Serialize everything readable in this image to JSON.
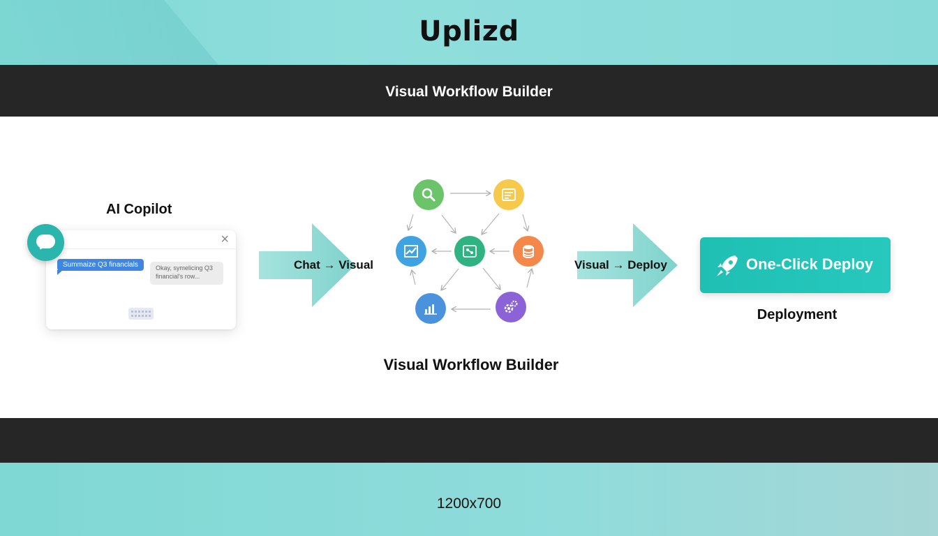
{
  "brand": "Uplizd",
  "header": {
    "title": "Visual Workflow Builder"
  },
  "copilot": {
    "title": "AI Copilot",
    "close_glyph": "×",
    "user_message": "Summaize Q3 financlals",
    "bot_message": "Okay, symelicing Q3 financial's row...",
    "icons": [
      "chat-bubble-icon",
      "close-icon",
      "keyboard-icon"
    ]
  },
  "flow": {
    "arrow1_label": "Chat → Visual",
    "arrow2_label": "Visual → Deploy",
    "builder_label": "Visual Workflow Builder",
    "nodes": [
      {
        "icon": "search-icon",
        "color": "#6cc46a"
      },
      {
        "icon": "list-icon",
        "color": "#f7c94a"
      },
      {
        "icon": "chart-trend-icon",
        "color": "#3fa3e3"
      },
      {
        "icon": "hub-icon",
        "color": "#2fb383"
      },
      {
        "icon": "database-icon",
        "color": "#f3884a"
      },
      {
        "icon": "bar-chart-icon",
        "color": "#4a93dc"
      },
      {
        "icon": "gears-icon",
        "color": "#8c63d6"
      }
    ]
  },
  "deploy": {
    "button_label": "One-Click Deploy",
    "caption": "Deployment",
    "icon": "rocket-icon",
    "color": "#22c3b8"
  },
  "footer": {
    "label": "1200x700"
  },
  "colors": {
    "teal_band": "#8adcd9",
    "dark_band": "#262626",
    "arrow": "#8fdad4"
  }
}
